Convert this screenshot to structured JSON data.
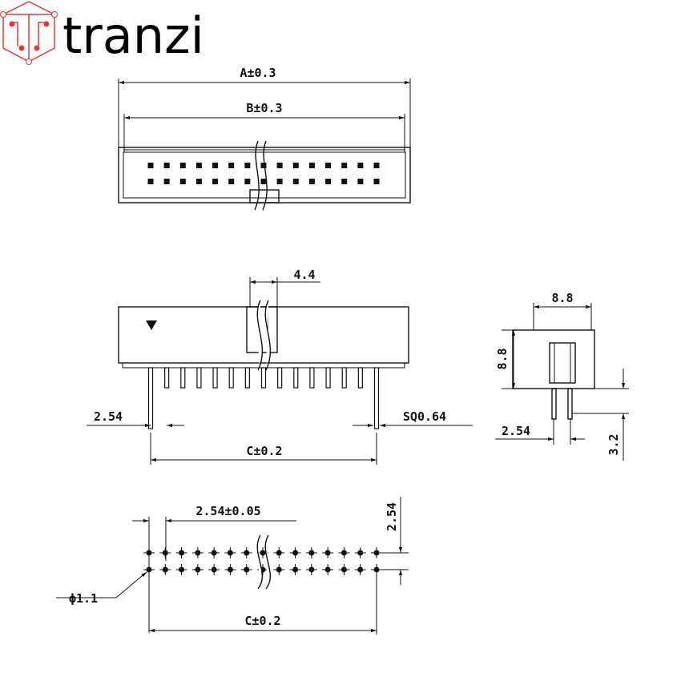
{
  "logo": {
    "text": "tranzi",
    "accent_color": "#e53935"
  },
  "top_view": {
    "dim_a": "A±0.3",
    "dim_b": "B±0.3",
    "pin_columns": 15,
    "pin_rows": 2
  },
  "side_view": {
    "dim_slot": "4.4",
    "dim_pitch": "2.54",
    "dim_pin": "SQ0.64",
    "dim_c": "C±0.2"
  },
  "end_view": {
    "dim_width": "8.8",
    "dim_height": "8.8",
    "dim_pitch": "2.54",
    "dim_pin_length": "3.2"
  },
  "footprint": {
    "dim_pitch": "2.54±0.05",
    "dim_row_pitch": "2.54",
    "dim_hole": "ϕ1.1",
    "dim_c": "C±0.2"
  }
}
